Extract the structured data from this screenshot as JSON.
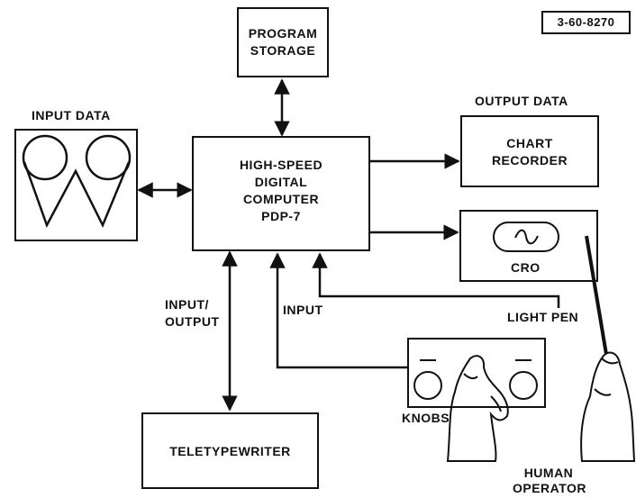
{
  "figure_id": "3-60-8270",
  "blocks": {
    "program_storage": [
      "PROGRAM",
      "STORAGE"
    ],
    "computer": [
      "HIGH-SPEED",
      "DIGITAL",
      "COMPUTER",
      "PDP-7"
    ],
    "input_data": "INPUT DATA",
    "output_data": "OUTPUT DATA",
    "chart_recorder": [
      "CHART",
      "RECORDER"
    ],
    "cro": "CRO",
    "teletypewriter": "TELETYPEWRITER",
    "knobs": "KNOBS",
    "light_pen": "LIGHT PEN",
    "human_operator": [
      "HUMAN",
      "OPERATOR"
    ]
  },
  "connections": {
    "io_label": [
      "INPUT/",
      "OUTPUT"
    ],
    "input_label": "INPUT"
  }
}
